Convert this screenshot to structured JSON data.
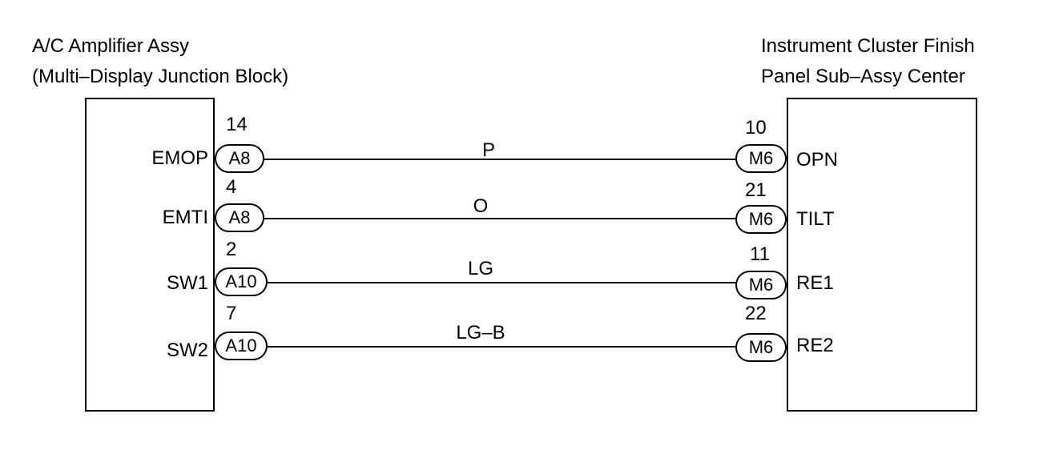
{
  "left_component": {
    "title_line1": "A/C Amplifier Assy",
    "title_line2": "(Multi–Display Junction Block)"
  },
  "right_component": {
    "title_line1": "Instrument Cluster Finish",
    "title_line2": "Panel Sub–Assy Center"
  },
  "circuits": [
    {
      "left_signal": "EMOP",
      "left_pin": "14",
      "left_connector": "A8",
      "wire_color": "P",
      "right_pin": "10",
      "right_connector": "M6",
      "right_signal": "OPN"
    },
    {
      "left_signal": "EMTI",
      "left_pin": "4",
      "left_connector": "A8",
      "wire_color": "O",
      "right_pin": "21",
      "right_connector": "M6",
      "right_signal": "TILT"
    },
    {
      "left_signal": "SW1",
      "left_pin": "2",
      "left_connector": "A10",
      "wire_color": "LG",
      "right_pin": "11",
      "right_connector": "M6",
      "right_signal": "RE1"
    },
    {
      "left_signal": "SW2",
      "left_pin": "7",
      "left_connector": "A10",
      "wire_color": "LG–B",
      "right_pin": "22",
      "right_connector": "M6",
      "right_signal": "RE2"
    }
  ]
}
